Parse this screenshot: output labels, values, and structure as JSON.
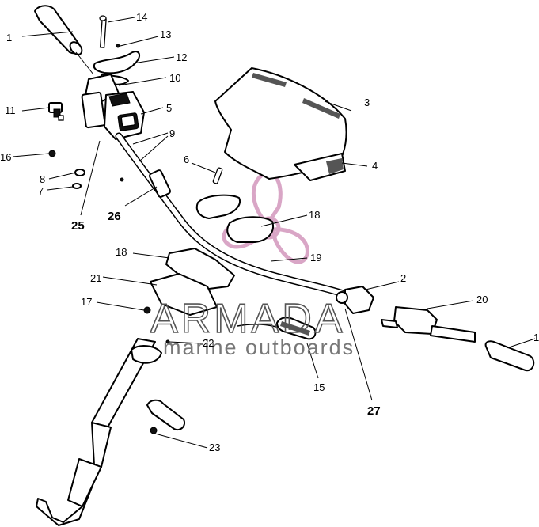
{
  "watermark": {
    "brand": "ARMADA",
    "tagline": "marine outboards",
    "logo_color": "#d9a6c6"
  },
  "callouts": [
    {
      "id": "c1a",
      "label": "1"
    },
    {
      "id": "c14",
      "label": "14"
    },
    {
      "id": "c13",
      "label": "13"
    },
    {
      "id": "c12",
      "label": "12"
    },
    {
      "id": "c10",
      "label": "10"
    },
    {
      "id": "c11",
      "label": "11"
    },
    {
      "id": "c5",
      "label": "5"
    },
    {
      "id": "c9",
      "label": "9"
    },
    {
      "id": "c16",
      "label": "16"
    },
    {
      "id": "c8",
      "label": "8"
    },
    {
      "id": "c7",
      "label": "7"
    },
    {
      "id": "c25",
      "label": "25"
    },
    {
      "id": "c26",
      "label": "26"
    },
    {
      "id": "c3",
      "label": "3"
    },
    {
      "id": "c4",
      "label": "4"
    },
    {
      "id": "c6",
      "label": "6"
    },
    {
      "id": "c18a",
      "label": "18"
    },
    {
      "id": "c18b",
      "label": "18"
    },
    {
      "id": "c19",
      "label": "19"
    },
    {
      "id": "c21",
      "label": "21"
    },
    {
      "id": "c2",
      "label": "2"
    },
    {
      "id": "c20",
      "label": "20"
    },
    {
      "id": "c1b",
      "label": "1"
    },
    {
      "id": "c17",
      "label": "17"
    },
    {
      "id": "c22",
      "label": "22"
    },
    {
      "id": "c15",
      "label": "15"
    },
    {
      "id": "c27",
      "label": "27"
    },
    {
      "id": "c23",
      "label": "23"
    }
  ]
}
